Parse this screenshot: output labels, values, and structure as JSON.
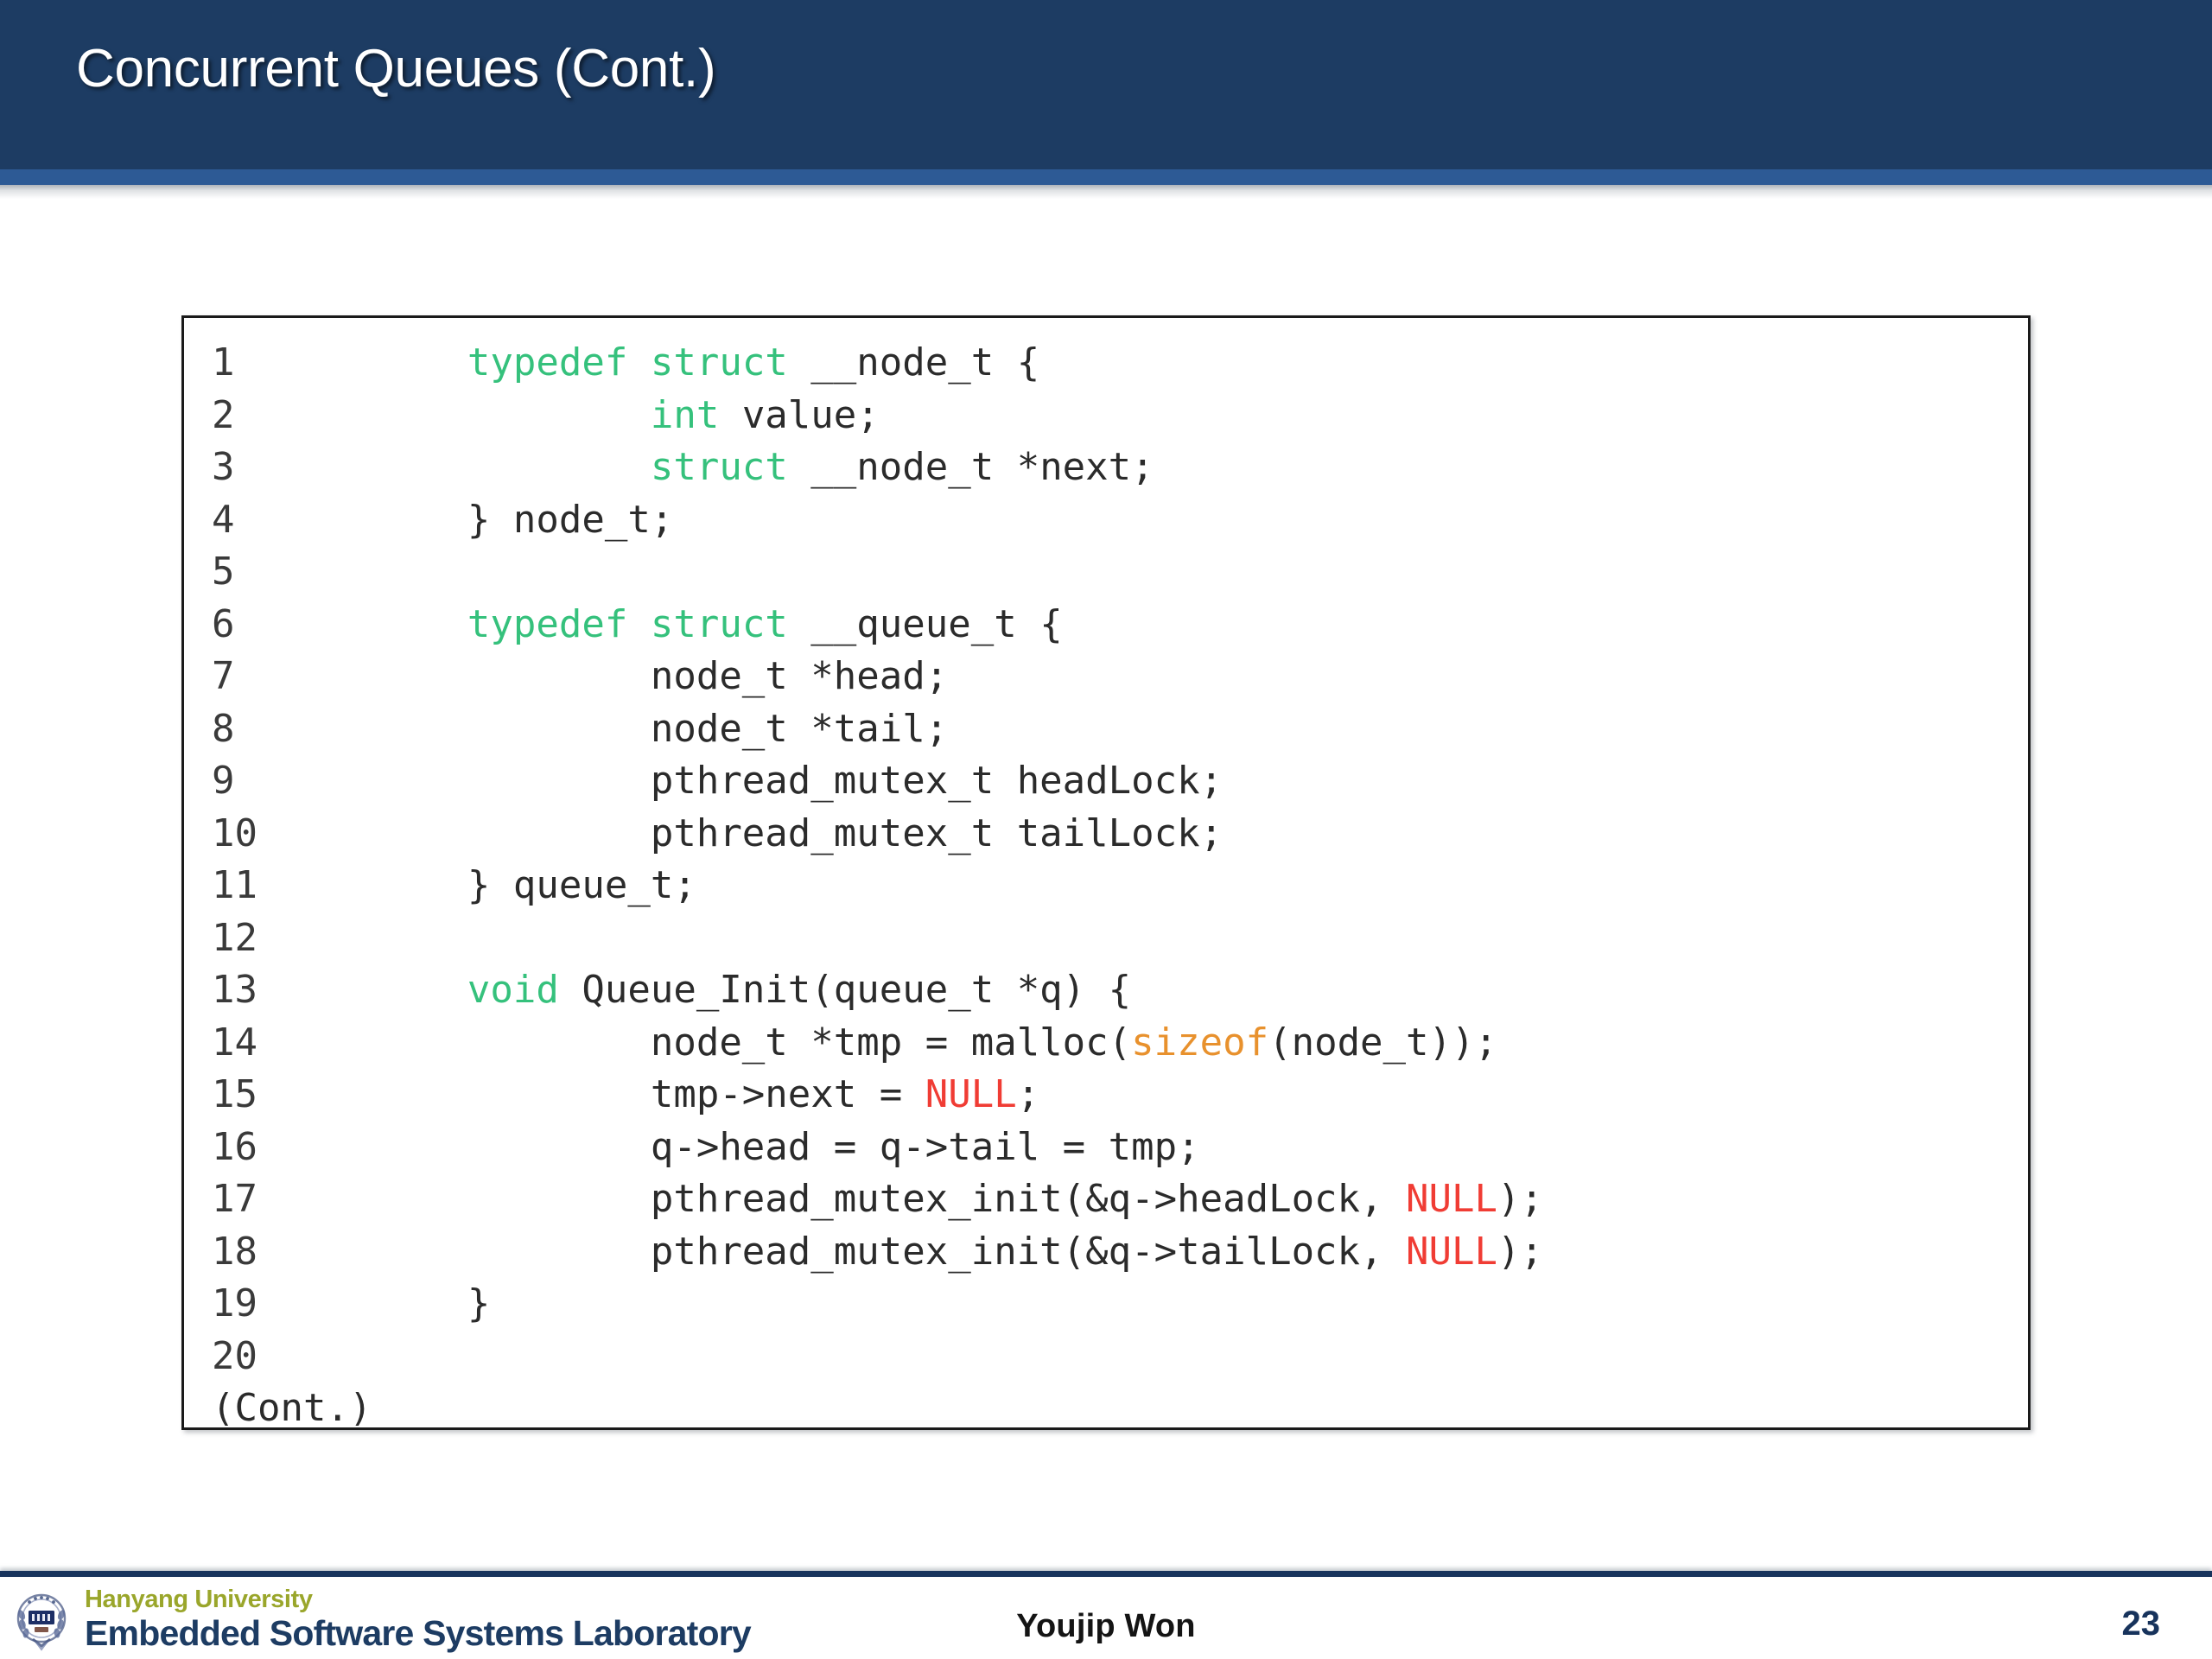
{
  "slide": {
    "title": "Concurrent Queues (Cont.)",
    "accent_color": "#1d3c63",
    "accent_stripe_color": "#2d5a95"
  },
  "code": {
    "language": "C",
    "keyword_color": "#35c17c",
    "operator_color": "#e8912d",
    "null_color": "#f03c34",
    "text_color": "#2b2b2b",
    "continuation_label": "(Cont.)",
    "lines": [
      {
        "n": "1",
        "indent": 0,
        "tokens": [
          {
            "t": "typedef",
            "c": "kw"
          },
          {
            "t": " ",
            "c": ""
          },
          {
            "t": "struct",
            "c": "kw"
          },
          {
            "t": " __node_t {",
            "c": ""
          }
        ]
      },
      {
        "n": "2",
        "indent": 1,
        "tokens": [
          {
            "t": "int",
            "c": "kw"
          },
          {
            "t": " value;",
            "c": ""
          }
        ]
      },
      {
        "n": "3",
        "indent": 1,
        "tokens": [
          {
            "t": "struct",
            "c": "kw"
          },
          {
            "t": " __node_t *next;",
            "c": ""
          }
        ]
      },
      {
        "n": "4",
        "indent": 0,
        "tokens": [
          {
            "t": "} node_t;",
            "c": ""
          }
        ]
      },
      {
        "n": "5",
        "indent": 0,
        "tokens": []
      },
      {
        "n": "6",
        "indent": 0,
        "tokens": [
          {
            "t": "typedef",
            "c": "kw"
          },
          {
            "t": " ",
            "c": ""
          },
          {
            "t": "struct",
            "c": "kw"
          },
          {
            "t": " __queue_t {",
            "c": ""
          }
        ]
      },
      {
        "n": "7",
        "indent": 1,
        "tokens": [
          {
            "t": "node_t *head;",
            "c": ""
          }
        ]
      },
      {
        "n": "8",
        "indent": 1,
        "tokens": [
          {
            "t": "node_t *tail;",
            "c": ""
          }
        ]
      },
      {
        "n": "9",
        "indent": 1,
        "tokens": [
          {
            "t": "pthread_mutex_t headLock;",
            "c": ""
          }
        ]
      },
      {
        "n": "10",
        "indent": 1,
        "tokens": [
          {
            "t": "pthread_mutex_t tailLock;",
            "c": ""
          }
        ]
      },
      {
        "n": "11",
        "indent": 0,
        "tokens": [
          {
            "t": "} queue_t;",
            "c": ""
          }
        ]
      },
      {
        "n": "12",
        "indent": 0,
        "tokens": []
      },
      {
        "n": "13",
        "indent": 0,
        "tokens": [
          {
            "t": "void",
            "c": "kw"
          },
          {
            "t": " Queue_Init(queue_t *q) {",
            "c": ""
          }
        ]
      },
      {
        "n": "14",
        "indent": 1,
        "tokens": [
          {
            "t": "node_t *tmp = malloc(",
            "c": ""
          },
          {
            "t": "sizeof",
            "c": "op"
          },
          {
            "t": "(node_t));",
            "c": ""
          }
        ]
      },
      {
        "n": "15",
        "indent": 1,
        "tokens": [
          {
            "t": "tmp->next = ",
            "c": ""
          },
          {
            "t": "NULL",
            "c": "nul"
          },
          {
            "t": ";",
            "c": ""
          }
        ]
      },
      {
        "n": "16",
        "indent": 1,
        "tokens": [
          {
            "t": "q->head = q->tail = tmp;",
            "c": ""
          }
        ]
      },
      {
        "n": "17",
        "indent": 1,
        "tokens": [
          {
            "t": "pthread_mutex_init(&q->headLock, ",
            "c": ""
          },
          {
            "t": "NULL",
            "c": "nul"
          },
          {
            "t": ");",
            "c": ""
          }
        ]
      },
      {
        "n": "18",
        "indent": 1,
        "tokens": [
          {
            "t": "pthread_mutex_init(&q->tailLock, ",
            "c": ""
          },
          {
            "t": "NULL",
            "c": "nul"
          },
          {
            "t": ");",
            "c": ""
          }
        ]
      },
      {
        "n": "19",
        "indent": 0,
        "tokens": [
          {
            "t": "}",
            "c": ""
          }
        ]
      },
      {
        "n": "20",
        "indent": 0,
        "tokens": []
      }
    ]
  },
  "footer": {
    "logo": {
      "university": "Hanyang University",
      "laboratory": "Embedded Software Systems Laboratory",
      "university_color": "#9aa62b",
      "laboratory_color": "#1d3c63"
    },
    "author": "Youjip Won",
    "page_number": "23"
  }
}
